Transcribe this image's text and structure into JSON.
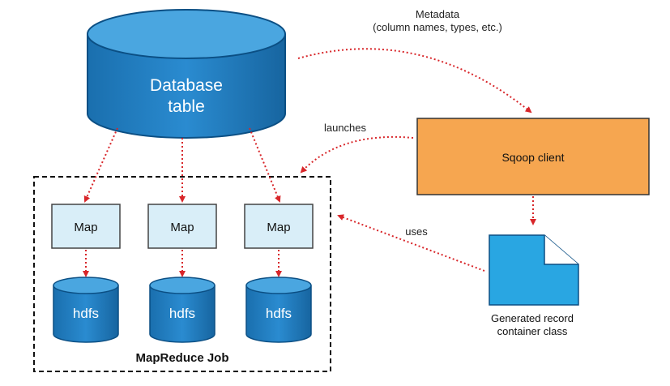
{
  "database": {
    "line1": "Database",
    "line2": "table"
  },
  "metadata": {
    "line1": "Metadata",
    "line2": "(column names, types, etc.)"
  },
  "sqoop_client": {
    "label": "Sqoop client"
  },
  "edges": {
    "launches": "launches",
    "uses": "uses"
  },
  "maps": [
    {
      "label": "Map"
    },
    {
      "label": "Map"
    },
    {
      "label": "Map"
    }
  ],
  "hdfs": [
    {
      "label": "hdfs"
    },
    {
      "label": "hdfs"
    },
    {
      "label": "hdfs"
    }
  ],
  "mapreduce_job": {
    "label": "MapReduce Job"
  },
  "generated_class": {
    "line1": "Generated record",
    "line2": "container class"
  },
  "colors": {
    "cylinder_body": "#1f7fc1",
    "cylinder_top": "#4aa6e0",
    "cylinder_stroke": "#0b4f84",
    "map_fill": "#d9eef8",
    "sqoop_fill": "#f6a650",
    "doc_fill": "#29a6e2",
    "arrow": "#d8262a"
  }
}
